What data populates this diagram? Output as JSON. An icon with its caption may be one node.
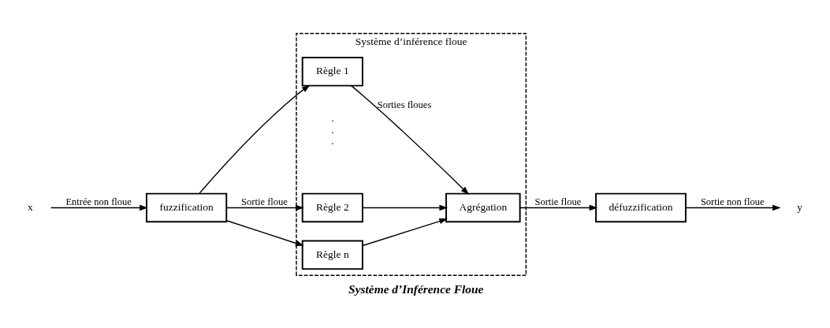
{
  "diagram": {
    "caption": "Système d’Inférence Floue",
    "nodes": [
      {
        "text": [
          "x"
        ]
      },
      {
        "text": [
          "fuzzification"
        ]
      },
      {
        "text": [
          "Système d’inférence floue"
        ]
      },
      {
        "text": [
          "Règle 1"
        ],
        "in": 2
      },
      {
        "text": [
          "Règle 2"
        ],
        "in": 2
      },
      {
        "text": [
          "Règle n"
        ],
        "in": 2
      },
      {
        "text": [
          "Agrégation"
        ],
        "in": 2
      },
      {
        "text": [
          "défuzzification"
        ]
      },
      {
        "text": [
          "y"
        ]
      }
    ],
    "edges": [
      {
        "from": 0,
        "to": 1,
        "arrow": "to",
        "label": "Entrée non floue"
      },
      {
        "from": 1,
        "to": 3,
        "arrow": "to"
      },
      {
        "from": 1,
        "to": 4,
        "arrow": "to",
        "label": "Sortie floue"
      },
      {
        "from": 1,
        "to": 5,
        "arrow": "to"
      },
      {
        "from": 3,
        "to": 6,
        "arrow": "to",
        "label": "Sorties floues"
      },
      {
        "from": 4,
        "to": 6,
        "arrow": "to"
      },
      {
        "from": 5,
        "to": 6,
        "arrow": "to"
      },
      {
        "from": 6,
        "to": 7,
        "arrow": "to",
        "label": "Sortie floue"
      },
      {
        "from": 7,
        "to": 8,
        "arrow": "to",
        "label": "Sortie non floue"
      }
    ],
    "labels": [
      ".",
      ".",
      "."
    ]
  }
}
